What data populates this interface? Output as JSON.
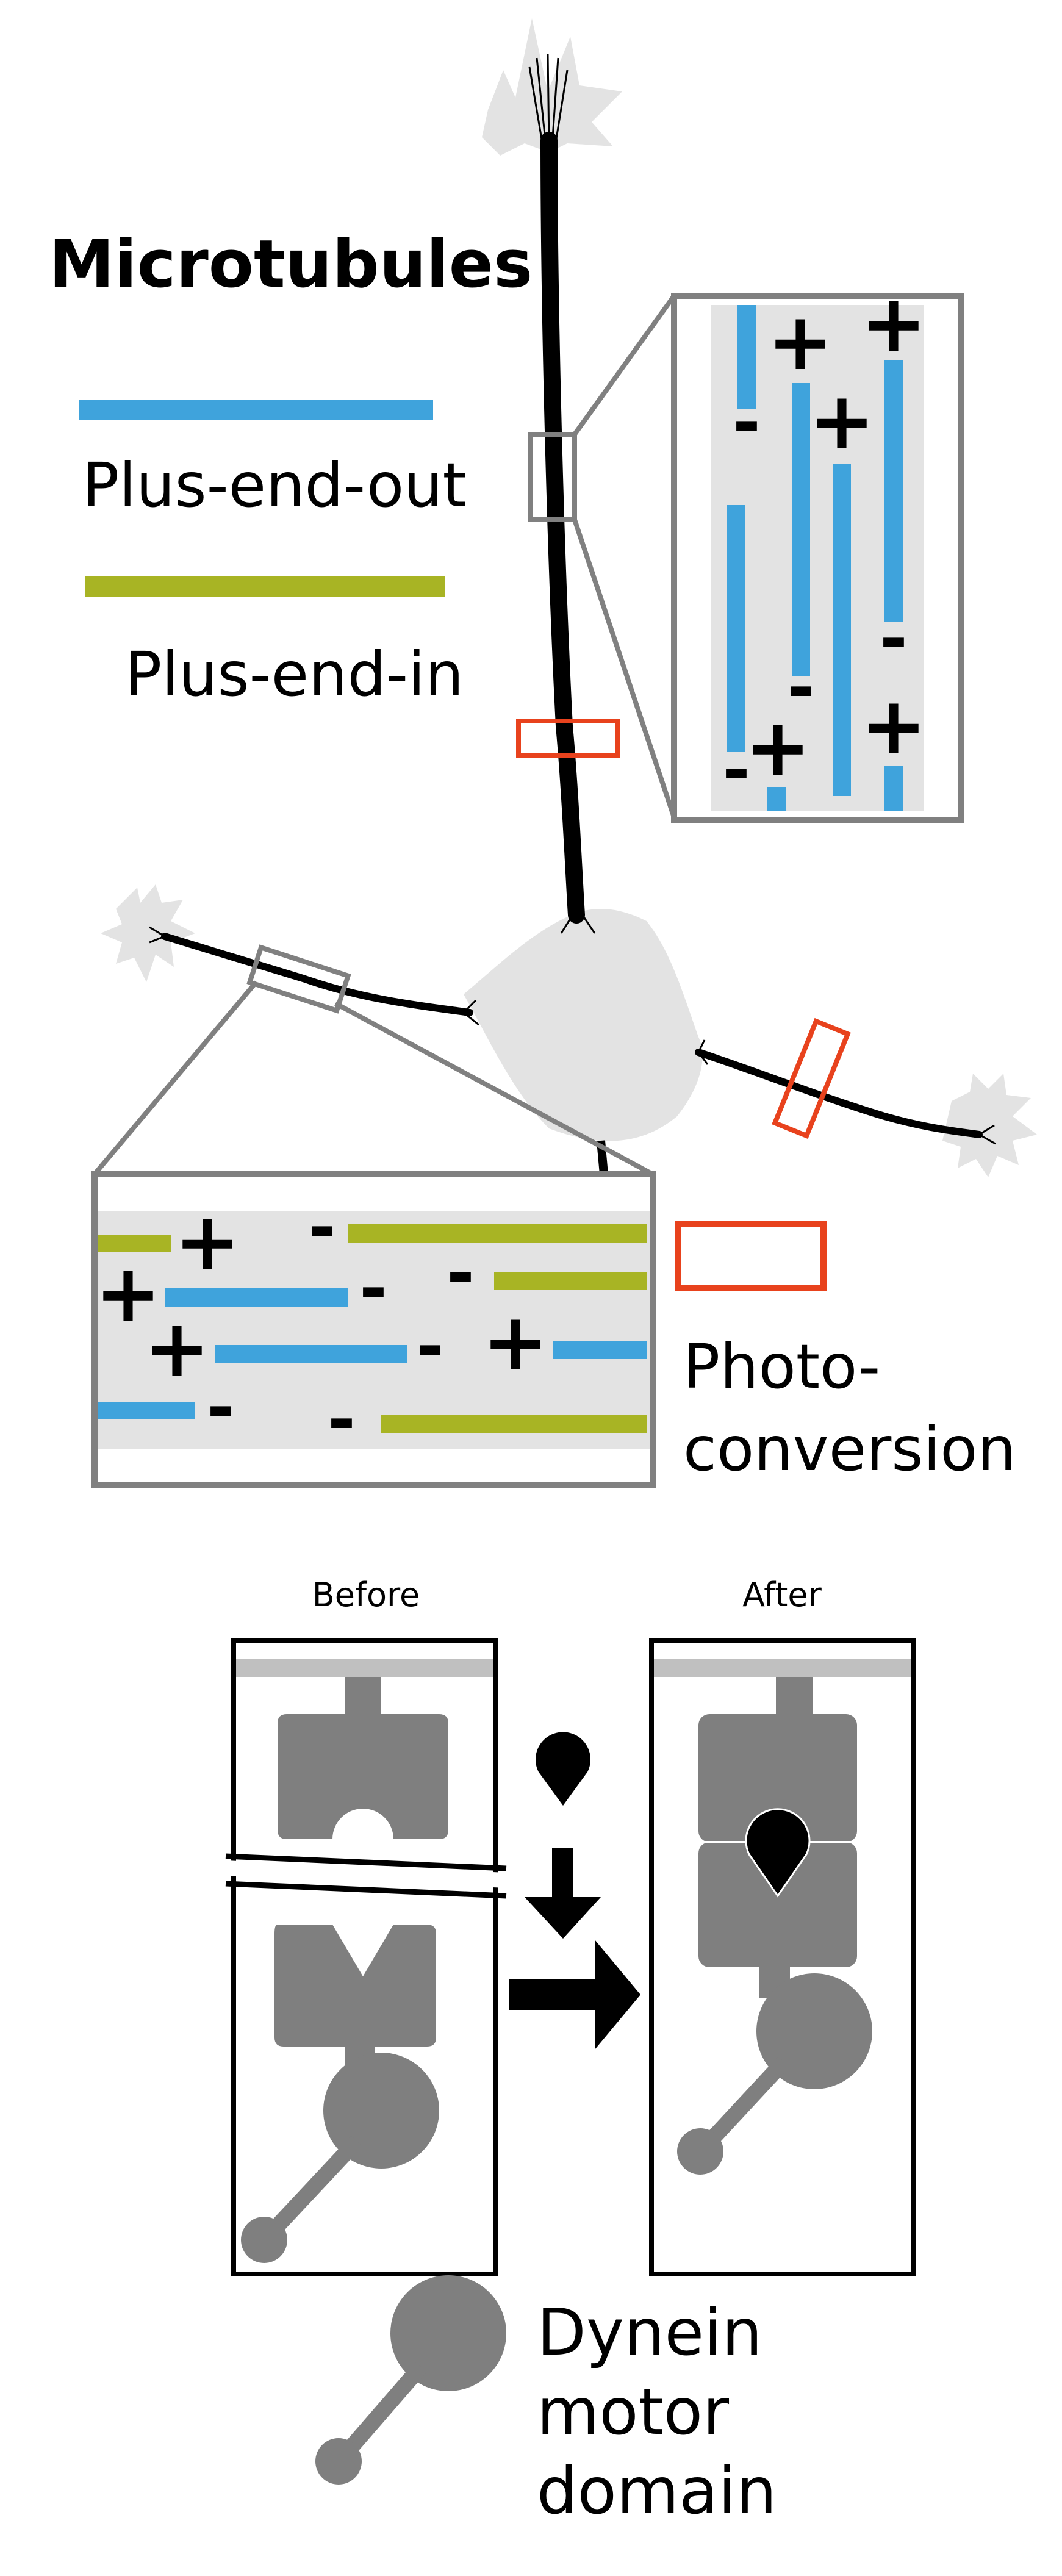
{
  "legend": {
    "title": "Microtubules",
    "plus_end_out": "Plus-end-out",
    "plus_end_in": "Plus-end-in",
    "photoconversion_line1": "Photo-",
    "photoconversion_line2": "conversion"
  },
  "colors": {
    "plus_end_out": "#3fa3dc",
    "plus_end_in": "#a8b424",
    "photoconversion": "#e8421d",
    "cell_body": "#e3e3e3",
    "inset_frame": "#808080",
    "protein": "#7f7f7f"
  },
  "panel": {
    "before_label": "Before",
    "after_label": "After"
  },
  "dynein": {
    "line1": "Dynein",
    "line2": "motor",
    "line3": "domain"
  },
  "signs": {
    "plus": "+",
    "minus": "-"
  }
}
